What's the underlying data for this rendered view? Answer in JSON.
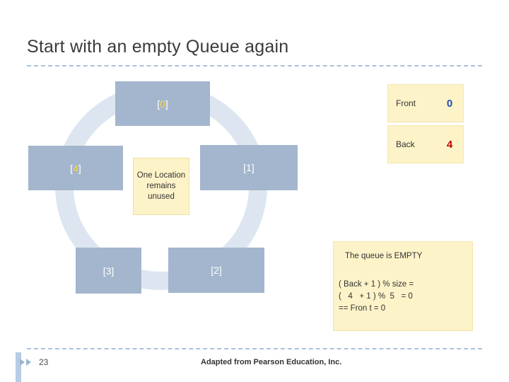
{
  "slide": {
    "title": "Start with an empty Queue again",
    "footer": {
      "slide_number": "23",
      "credit": "Adapted from Pearson Education, Inc."
    }
  },
  "queue": {
    "cells": [
      {
        "label": "[0]",
        "index": "0"
      },
      {
        "label": "[1]",
        "index": "1"
      },
      {
        "label": "[2]",
        "index": "2"
      },
      {
        "label": "[3]",
        "index": "3"
      },
      {
        "label": "[4]",
        "index": "4"
      }
    ],
    "note": "One Location remains unused"
  },
  "pointers": {
    "front": {
      "label": "Front",
      "value": "0"
    },
    "back": {
      "label": "Back",
      "value": "4"
    }
  },
  "explanation": {
    "title": "The queue is EMPTY",
    "line1": "( Back + 1 ) % size =",
    "line2": "(   4   + 1 ) %  5   = 0",
    "line3": "== Fron t = 0"
  },
  "colors": {
    "cell_fill": "#a3b6cd",
    "note_fill": "#fdf3c8",
    "ring": "#dde6f0",
    "front_value": "#1f4fb5",
    "back_value": "#c00000",
    "accent_rule": "#a9c3dd"
  }
}
